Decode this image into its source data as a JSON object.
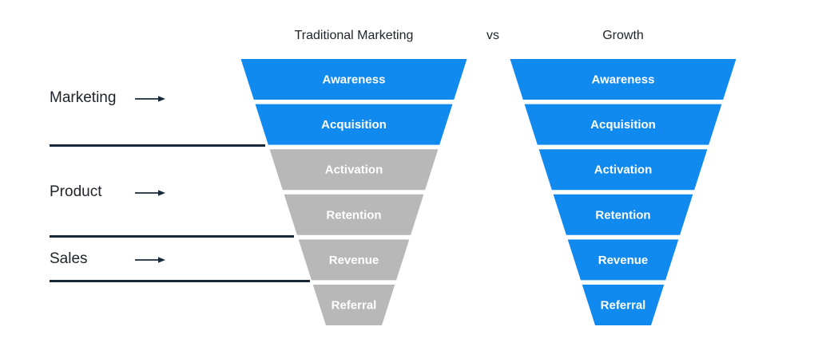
{
  "header": {
    "left_funnel_title": "Traditional Marketing",
    "separator": "vs",
    "right_funnel_title": "Growth"
  },
  "owner_labels": [
    {
      "label": "Marketing"
    },
    {
      "label": "Product"
    },
    {
      "label": "Sales"
    }
  ],
  "funnels": [
    {
      "name": "traditional-marketing-funnel",
      "title": "Traditional Marketing",
      "segments": [
        {
          "label": "Awareness",
          "color": "blue"
        },
        {
          "label": "Acquisition",
          "color": "blue"
        },
        {
          "label": "Activation",
          "color": "gray"
        },
        {
          "label": "Retention",
          "color": "gray"
        },
        {
          "label": "Revenue",
          "color": "gray"
        },
        {
          "label": "Referral",
          "color": "gray"
        }
      ]
    },
    {
      "name": "growth-funnel",
      "title": "Growth",
      "segments": [
        {
          "label": "Awareness",
          "color": "blue"
        },
        {
          "label": "Acquisition",
          "color": "blue"
        },
        {
          "label": "Activation",
          "color": "blue"
        },
        {
          "label": "Retention",
          "color": "blue"
        },
        {
          "label": "Revenue",
          "color": "blue"
        },
        {
          "label": "Referral",
          "color": "blue"
        }
      ]
    }
  ],
  "colors": {
    "blue": "#118af0",
    "gray": "#b8b8b8",
    "line": "#16293b",
    "text": "#21242b",
    "segment_label": "#ffffff",
    "background": "#ffffff"
  }
}
